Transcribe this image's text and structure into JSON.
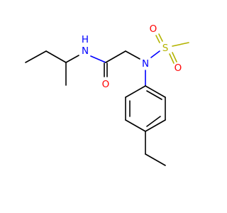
{
  "colors": {
    "background": "#ffffff",
    "carbon_bond": "#000000",
    "nitrogen": "#0000ff",
    "oxygen": "#ff0000",
    "sulfur": "#b3b300"
  },
  "atoms": {
    "amide_nh": "N",
    "amide_h": "H",
    "carbonyl_o": "O",
    "sulfonamide_n": "N",
    "sulfur": "S",
    "sulfonyl_o_upper": "O",
    "sulfonyl_o_lower": "O"
  }
}
